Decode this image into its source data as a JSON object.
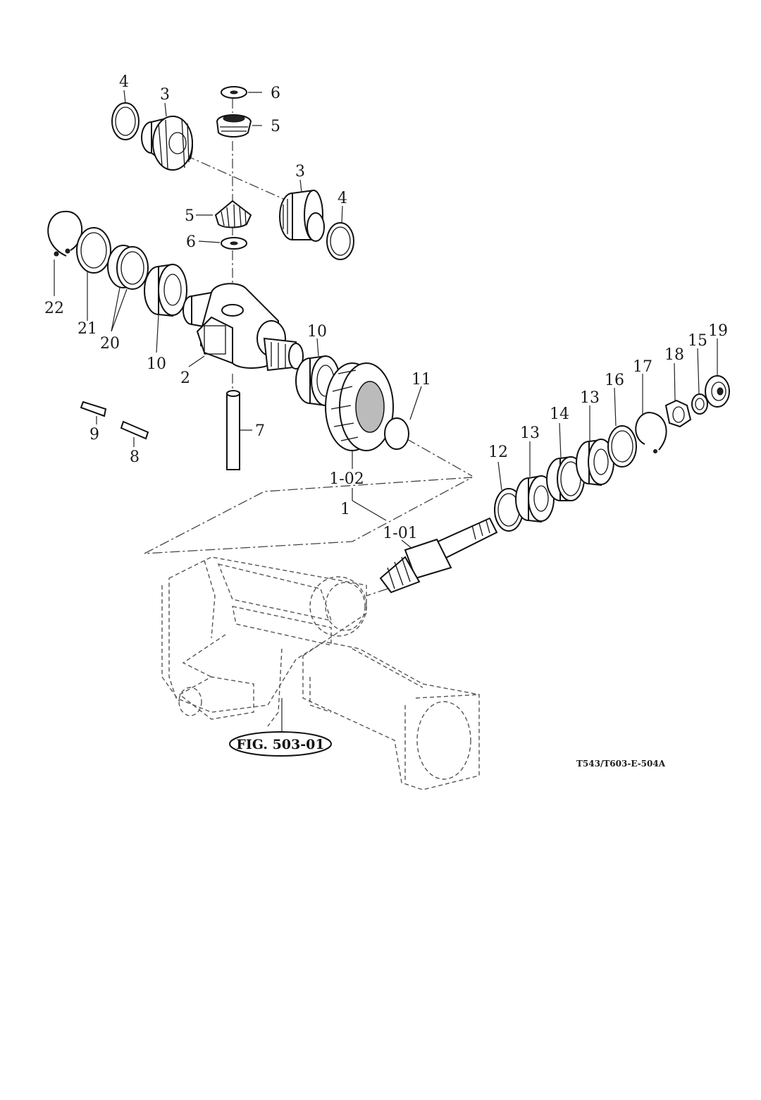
{
  "diagram": {
    "drawing_code": "T543/T603-E-504A",
    "figure_reference": "FIG. 503-01",
    "callouts": [
      "1",
      "1-01",
      "1-02",
      "2",
      "3",
      "3",
      "4",
      "4",
      "5",
      "5",
      "6",
      "6",
      "7",
      "8",
      "9",
      "10",
      "10",
      "11",
      "12",
      "13",
      "13",
      "14",
      "15",
      "16",
      "17",
      "18",
      "19",
      "20",
      "21",
      "22"
    ]
  }
}
